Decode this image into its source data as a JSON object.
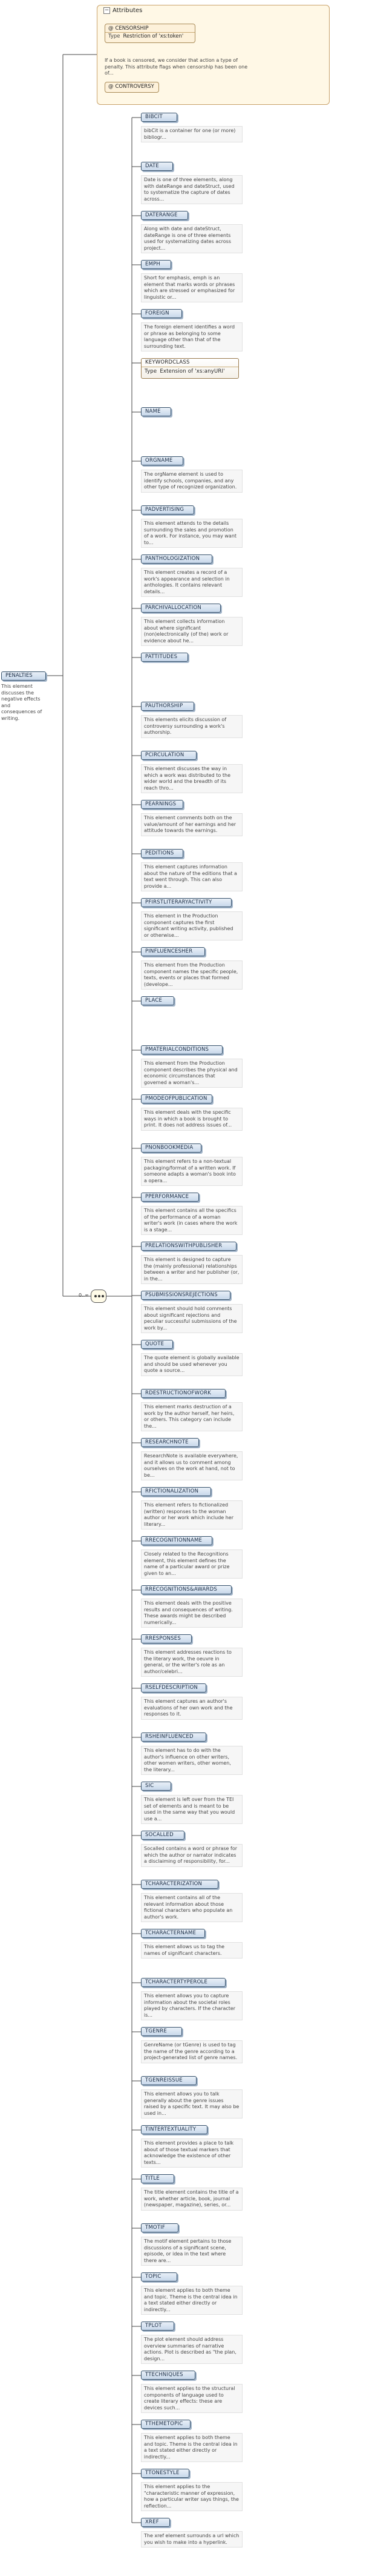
{
  "attributes": {
    "title": "Attributes",
    "items": [
      {
        "name": "CENSORSHIP",
        "type_label": "Type",
        "type_value": "Restriction of 'xs:token'"
      },
      {
        "name": "CONTROVERSY"
      }
    ],
    "censorship_doc": "If a book is censored, we consider that action a type of penalty. This attribute flags when censorship has been one of..."
  },
  "root": {
    "name": "PENALTIES",
    "doc": "This element discusses the negative effects and consequences of writing."
  },
  "choice": {
    "occurrence": "0..∞"
  },
  "elements": [
    {
      "name": "BIBCIT",
      "doc": "bibCit is a container for one (or more) bibliogr..."
    },
    {
      "name": "DATE",
      "doc": "Date is one of three elements, along with dateRange and dateStruct, used to systematize the capture of dates across..."
    },
    {
      "name": "DATERANGE",
      "doc": "Along with date and dateStruct, dateRange is one of three elements used for systematizing dates across project..."
    },
    {
      "name": "EMPH",
      "doc": "Short for emphasis, emph is an element that marks words or phrases which are stressed or emphasized for linguistic or..."
    },
    {
      "name": "FOREIGN",
      "doc": "The foreign element identifies a word or phrase as belonging to some language other than that of the surrounding text."
    },
    {
      "name": "KEYWORDCLASS",
      "type_label": "Type",
      "type_value": "Extension of 'xs:anyURI'"
    },
    {
      "name": "NAME"
    },
    {
      "name": "ORGNAME",
      "doc": "The orgName element is used to identify schools, companies, and any other type of recognized organization."
    },
    {
      "name": "PADVERTISING",
      "doc": "This element attends to the details surrounding the sales and promotion of a work. For instance, you may want to..."
    },
    {
      "name": "PANTHOLOGIZATION",
      "doc": "This element creates a record of a work's appearance and selection in anthologies. It contains relevant details..."
    },
    {
      "name": "PARCHIVALLOCATION",
      "doc": "This element collects information about where significant (non)electronically (of the) work or evidence about he..."
    },
    {
      "name": "PATTITUDES"
    },
    {
      "name": "PAUTHORSHIP",
      "doc": "This elements elicits discussion of controversy surrounding a work's authorship."
    },
    {
      "name": "PCIRCULATION",
      "doc": "This element discusses the way in which a work was distributed to the wider world and the breadth of its reach thro..."
    },
    {
      "name": "PEARNINGS",
      "doc": "This element comments both on the value/amount of her earnings and her attitude towards the earnings."
    },
    {
      "name": "PEDITIONS",
      "doc": "This element captures information about the nature of the editions that a text went through. This can also provide a..."
    },
    {
      "name": "PFIRSTLITERARYACTIVITY",
      "doc": "This element in the Production component captures the first significant writing activity, published or otherwise..."
    },
    {
      "name": "PINFLUENCESHER",
      "doc": "This element from the Production component names the specific people, texts, events or places that formed (develope..."
    },
    {
      "name": "PLACE"
    },
    {
      "name": "PMATERIALCONDITIONS",
      "doc": "This element from the Production component describes the physical and economic circumstances that governed a woman's..."
    },
    {
      "name": "PMODEOFPUBLICATION",
      "doc": "This element deals with the specific ways in which a book is brought to print. It does not address issues of..."
    },
    {
      "name": "PNONBOOKMEDIA",
      "doc": "This element refers to a non-textual packaging/format of a written work. If someone adapts a woman's book into a opera..."
    },
    {
      "name": "PPERFORMANCE",
      "doc": "This element contains all the specifics of the performance of a woman writer's work (in cases where the work is a stage..."
    },
    {
      "name": "PRELATIONSWITHPUBLISHER",
      "doc": "This element is designed to capture the (mainly professional) relationships between a writer and her publisher (or, in the..."
    },
    {
      "name": "PSUBMISSIONSREJECTIONS",
      "doc": "This element should hold comments about significant rejections and peculiar successful submissions of the work by..."
    },
    {
      "name": "QUOTE",
      "doc": "The quote element is globally available and should be used whenever you quote a source..."
    },
    {
      "name": "RDESTRUCTIONOFWORK",
      "doc": "This element marks destruction of a work by the author herself, her heirs, or others. This category can include the..."
    },
    {
      "name": "RESEARCHNOTE",
      "doc": "ResearchNote is available everywhere, and it allows us to comment among ourselves on the work at hand, not to be..."
    },
    {
      "name": "RFICTIONALIZATION",
      "doc": "This element refers to fictionalized (written) responses to the woman author or her work which include her literary..."
    },
    {
      "name": "RRECOGNITIONNAME",
      "doc": "Closely related to the Recognitions element, this element defines the name of a particular award or prize given to an..."
    },
    {
      "name": "RRECOGNITIONS&AWARDS",
      "doc": "This element deals with the positive results and consequences of writing. These awards might be described numerically..."
    },
    {
      "name": "RRESPONSES",
      "doc": "This element addresses reactions to the literary work, the oeuvre in general, or the writer's role as an author/celebri..."
    },
    {
      "name": "RSELFDESCRIPTION",
      "doc": "This element captures an author's evaluations of her own work and the responses to it."
    },
    {
      "name": "RSHEINFLUENCED",
      "doc": "This element has to do with the author's influence on other writers, other women writers, other women, the literary..."
    },
    {
      "name": "SIC",
      "doc": "This element is left over from the TEI set of elements and is meant to be used in the same way that you would use a..."
    },
    {
      "name": "SOCALLED",
      "doc": "Socalled contains a word or phrase for which the author or narrator indicates a disclaiming of responsibility, for..."
    },
    {
      "name": "TCHARACTERIZATION",
      "doc": "This element contains all of the relevant information about those fictional characters who populate an author's work."
    },
    {
      "name": "TCHARACTERNAME",
      "doc": "This element allows us to tag the names of significant characters."
    },
    {
      "name": "TCHARACTERTYPEROLE",
      "doc": "This element allows you to capture information about the societal roles played by characters. If the character is..."
    },
    {
      "name": "TGENRE",
      "doc": "GenreName (or tGenre) is used to tag the name of the genre according to a project-generated list of genre names."
    },
    {
      "name": "TGENREISSUE",
      "doc": "This element allows you to talk generally about the genre issues raised by a specific text. It may also be used in..."
    },
    {
      "name": "TINTERTEXTUALITY",
      "doc": "This element provides a place to talk about of those textual markers that acknowledge the existence of other texts..."
    },
    {
      "name": "TITLE",
      "doc": "The title element contains the title of a work, whether article, book, journal (newspaper, magazine), series, or..."
    },
    {
      "name": "TMOTIF",
      "doc": "The motif element pertains to those discussions of a significant scene, episode, or idea in the text where there are..."
    },
    {
      "name": "TOPIC",
      "doc": "This element applies to both theme and topic. Theme is the central idea in a text stated either directly or indirectly..."
    },
    {
      "name": "TPLOT",
      "doc": "The plot element should address overview summaries of narrative actions. Plot is described as \"the plan, design..."
    },
    {
      "name": "TTECHNIQUES",
      "doc": "This element applies to the structural components of language used to create literary effects: these are devices such..."
    },
    {
      "name": "TTHEMETOPIC",
      "doc": "This element applies to both theme and topic. Theme is the central idea in a text stated either directly or indirectly..."
    },
    {
      "name": "TTONESTYLE",
      "doc": "This element applies to the \"characteristic manner of expression, how a particular writer says things, the reflection..."
    },
    {
      "name": "XREF",
      "doc": "The xref element surrounds a url which you wish to make into a hyperlink."
    }
  ]
}
